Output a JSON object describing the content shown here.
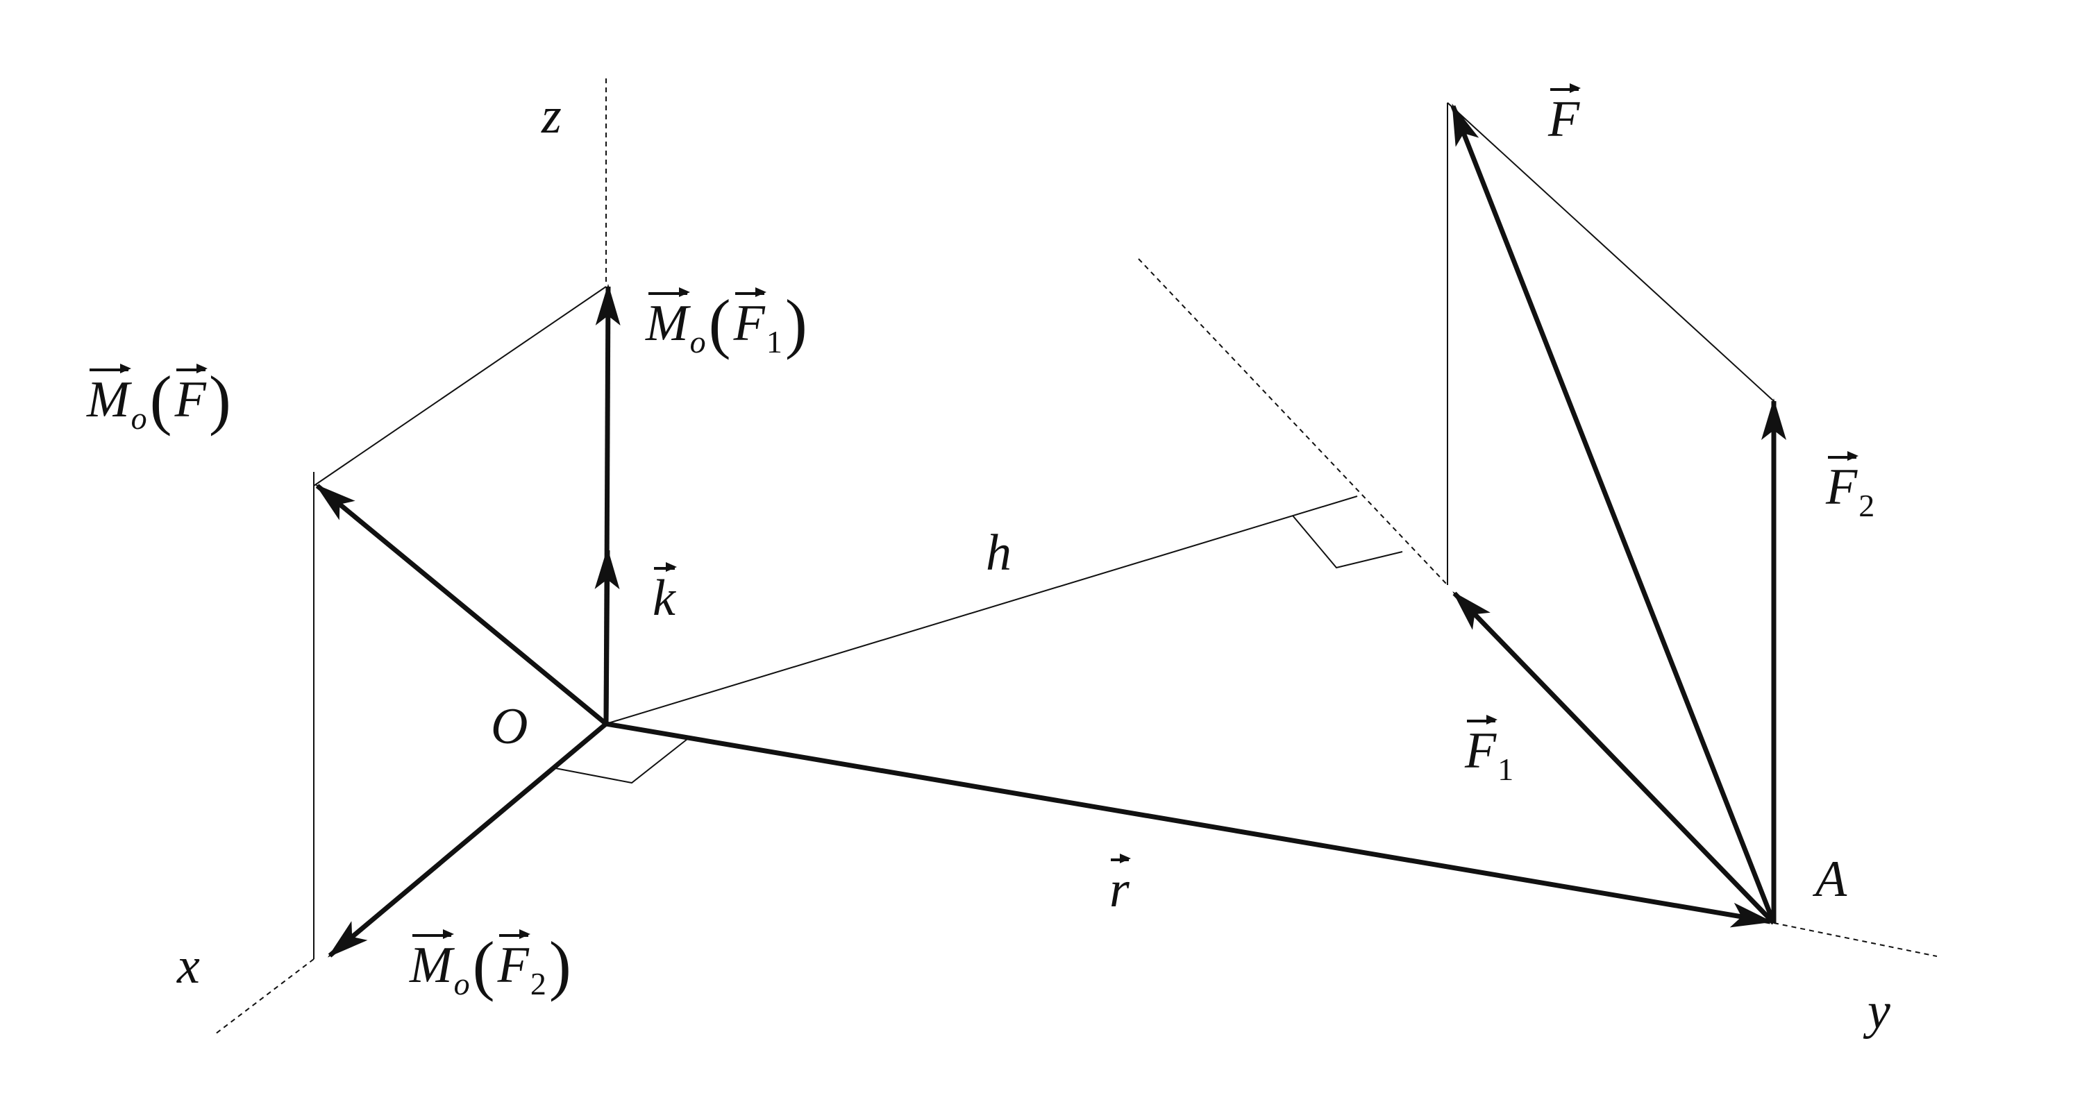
{
  "labels": {
    "z": "z",
    "x": "x",
    "y": "y",
    "O": "O",
    "A": "A",
    "h": "h",
    "k": "k",
    "r": "r",
    "F": "F",
    "F1": "F",
    "F1_sub": "1",
    "F2": "F",
    "F2_sub": "2",
    "M": "M",
    "M_sub": "o",
    "open_paren": "(",
    "close_paren": ")"
  },
  "colors": {
    "ink": "#111111",
    "background": "#ffffff"
  }
}
